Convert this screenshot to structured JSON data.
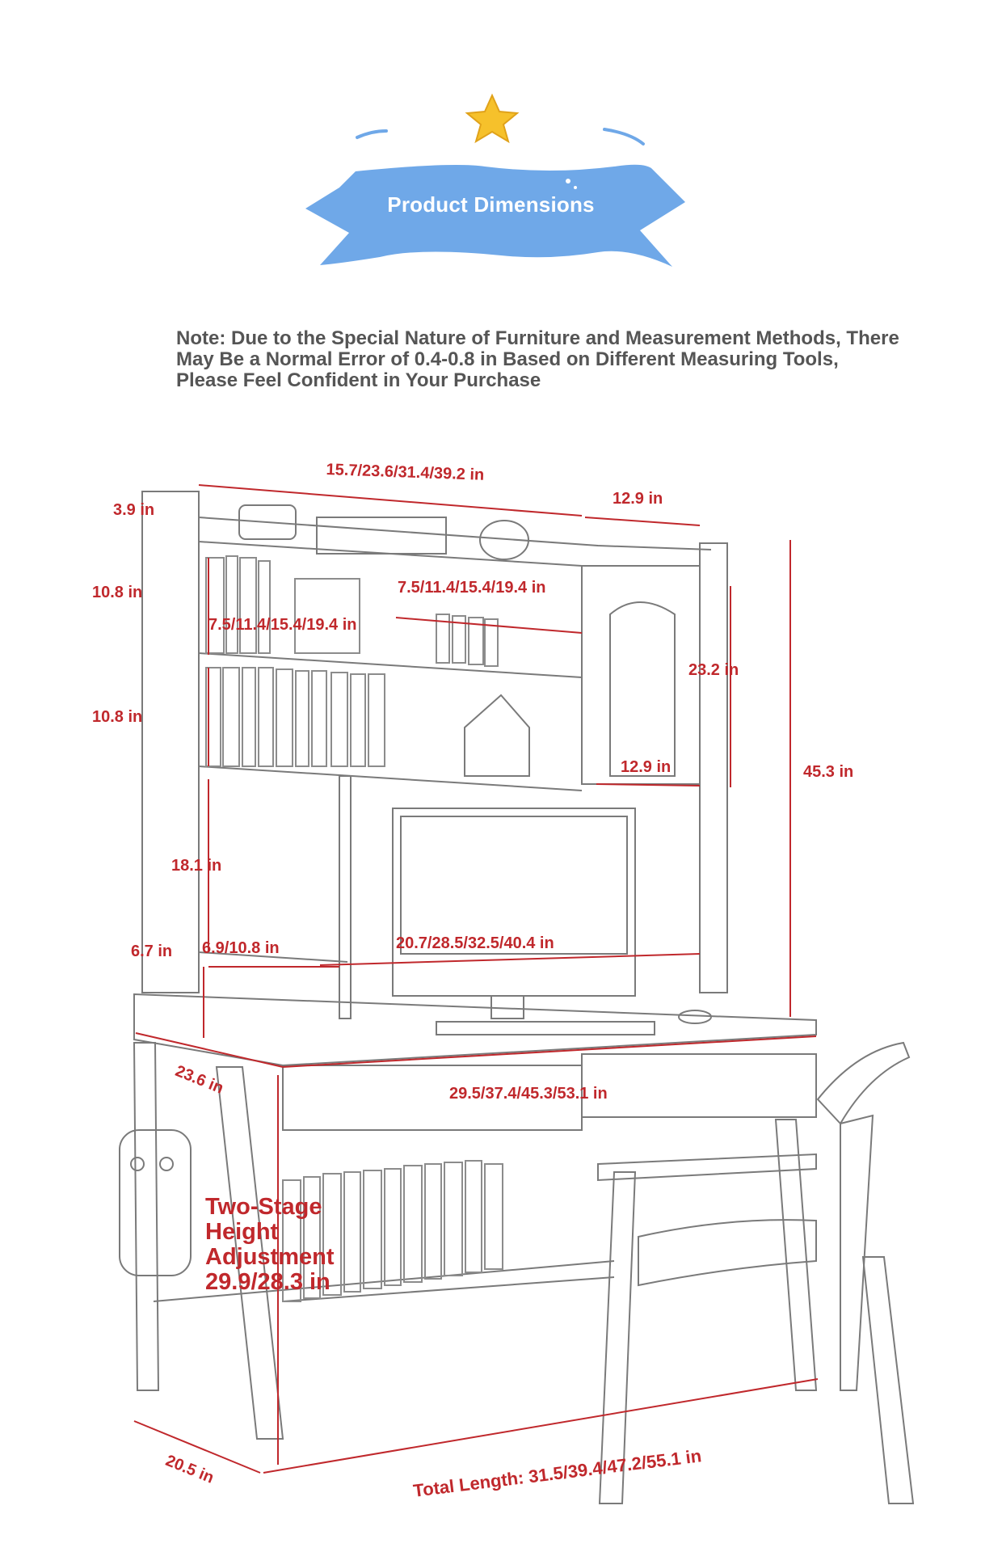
{
  "banner": {
    "title": "Product Dimensions",
    "ribbon_color": "#6fa8e8",
    "star_color": "#f6c12b",
    "star_icon": "star-icon"
  },
  "note": "Note: Due to the Special Nature of Furniture and Measurement Methods, There May Be a Normal Error of 0.4-0.8 in Based on Different Measuring Tools, Please Feel Confident in Your Purchase",
  "accent_color": "#c0282c",
  "dimensions": {
    "top_width": "15.7/23.6/31.4/39.2 in",
    "top_left_height": "3.9 in",
    "top_side_depth": "12.9 in",
    "shelf1_height": "10.8 in",
    "shelf2_height": "10.8 in",
    "upper_shelf_width": "7.5/11.4/15.4/19.4 in",
    "left_shelf_width": "7.5/11.4/15.4/19.4 in",
    "cabinet_height": "23.2 in",
    "cabinet_depth": "12.9 in",
    "total_height": "45.3 in",
    "side_shelf_height": "18.1 in",
    "side_shelf_width": "6.9/10.8 in",
    "gap_height": "6.7 in",
    "monitor_width": "20.7/28.5/32.5/40.4 in",
    "desk_depth": "23.6 in",
    "desk_width": "29.5/37.4/45.3/53.1 in",
    "height_adjustment": "Two-Stage Height Adjustment 29.9/28.3 in",
    "base_depth": "20.5 in",
    "total_length": "Total Length: 31.5/39.4/47.2/55.1 in"
  }
}
